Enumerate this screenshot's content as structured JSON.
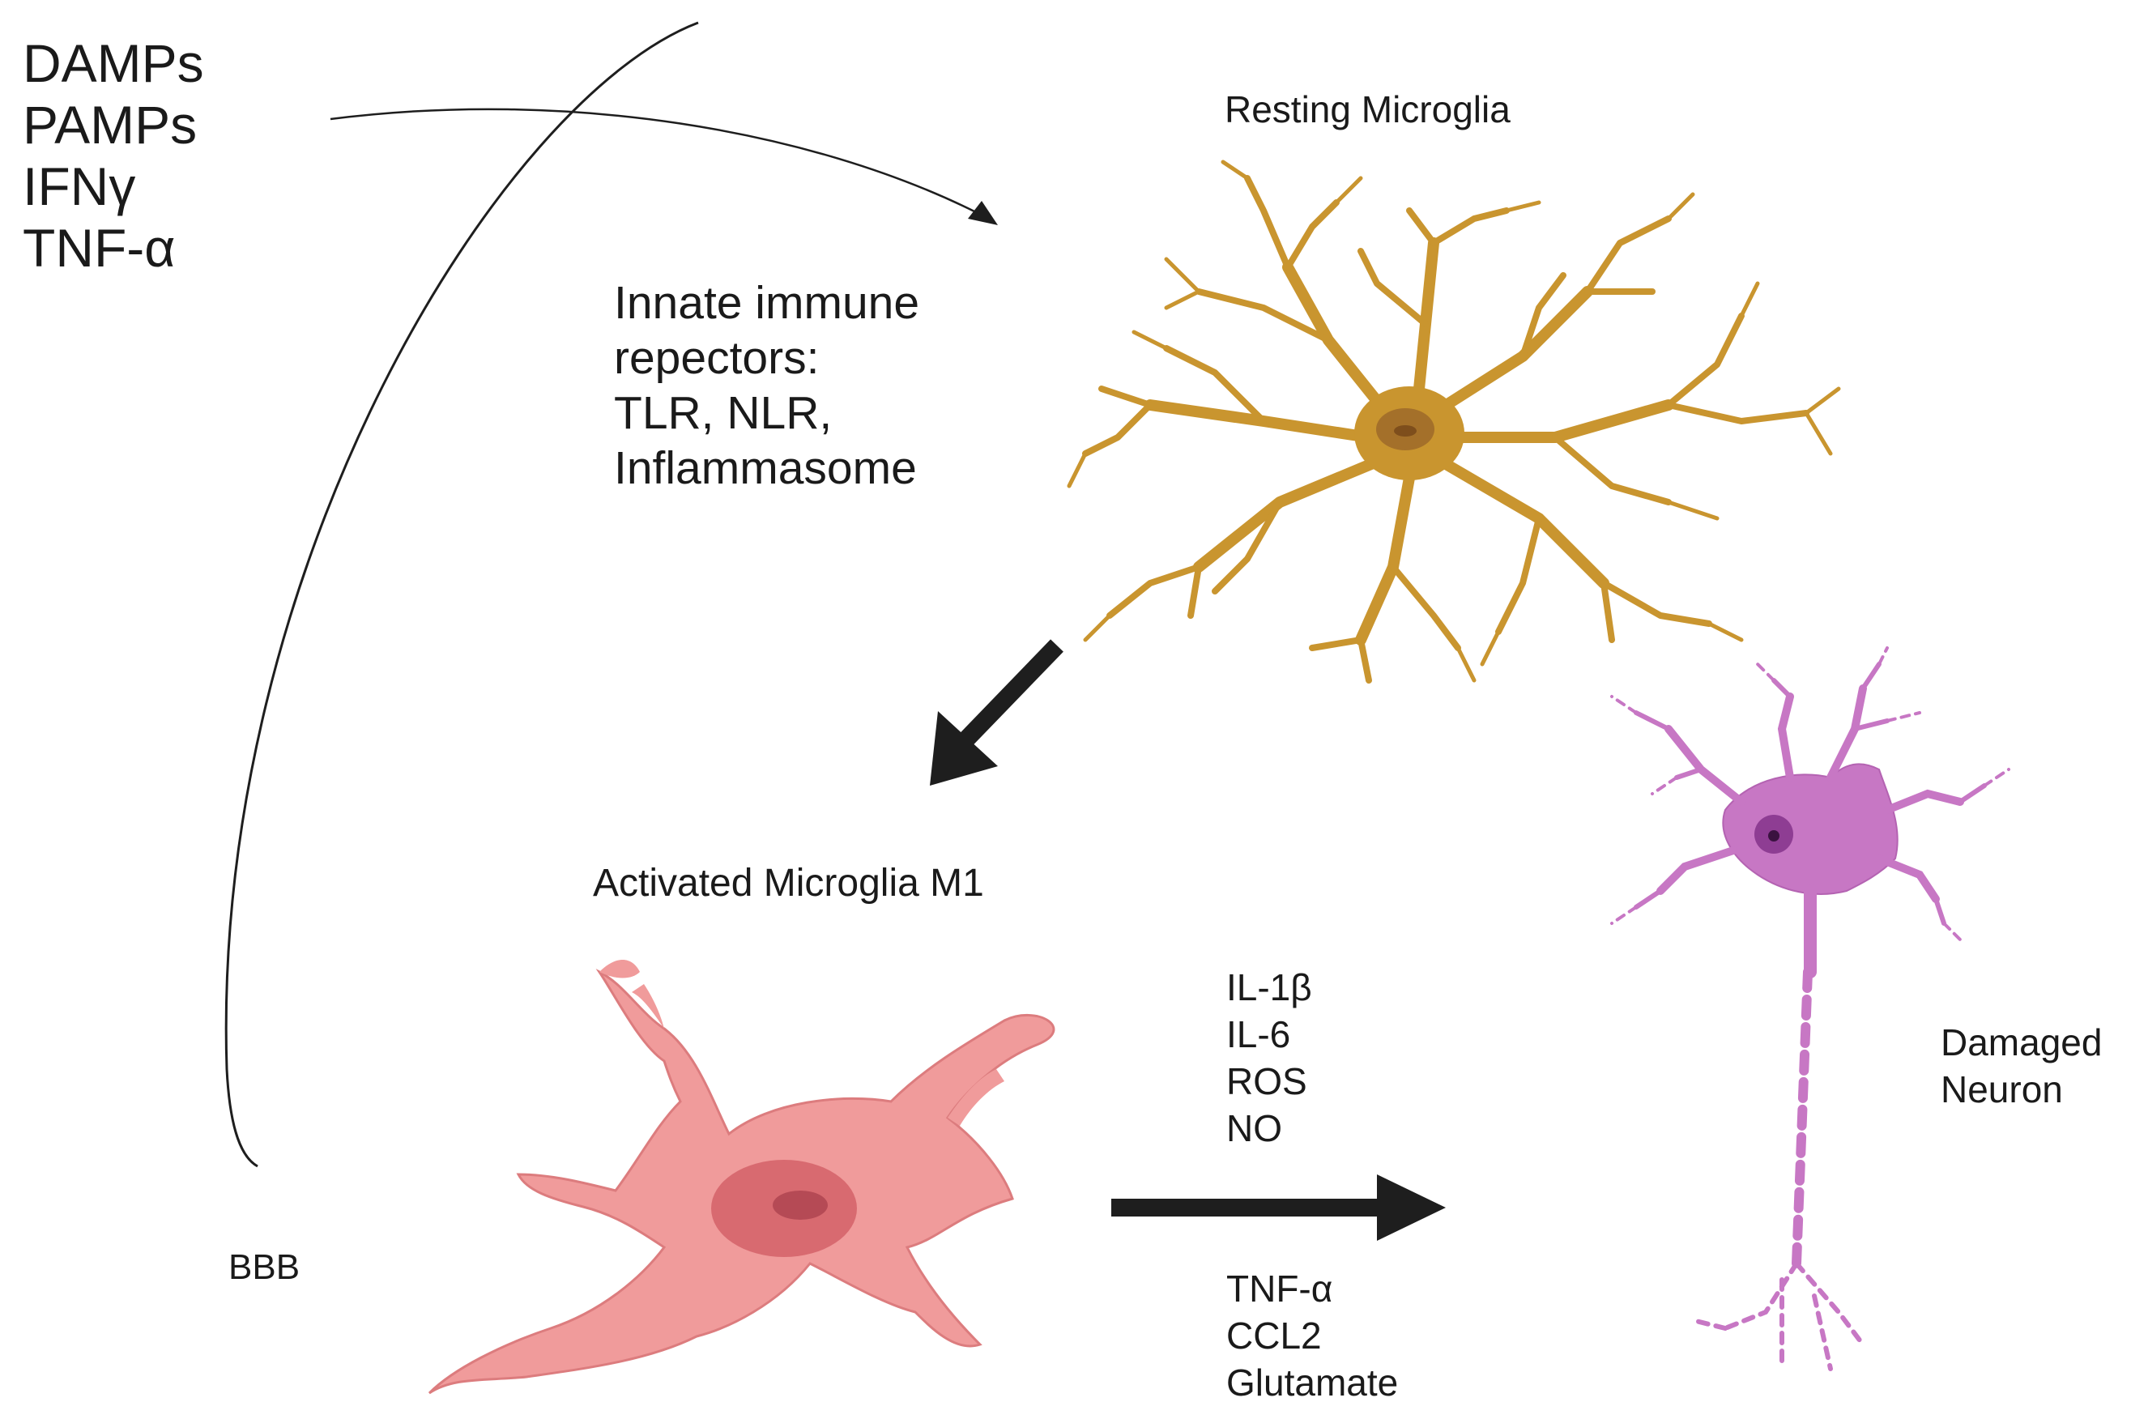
{
  "stimuli": [
    "DAMPs",
    "PAMPs",
    "IFNγ",
    "TNF-α"
  ],
  "receptors": [
    "Innate immune",
    "repectors:",
    "TLR, NLR,",
    "Inflammasome"
  ],
  "resting_label": "Resting Microglia",
  "activated_label": "Activated Microglia M1",
  "cytokines_upper": [
    "IL-1β",
    "IL-6",
    "ROS",
    "NO"
  ],
  "cytokines_lower": [
    "TNF-α",
    "CCL2",
    "Glutamate"
  ],
  "bbb_label": "BBB",
  "neuron_label": [
    "Damaged",
    "Neuron"
  ],
  "colors": {
    "resting_microglia": "#c9952f",
    "resting_nucleus": "#a4702a",
    "activated_microglia": "#f09b9b",
    "activated_nucleus": "#d86a70",
    "neuron": "#c777c4",
    "neuron_nucleus": "#8e3d93",
    "arrow": "#1e1e1e"
  },
  "icons": [
    "resting-microglia-icon",
    "activated-microglia-icon",
    "damaged-neuron-icon"
  ]
}
